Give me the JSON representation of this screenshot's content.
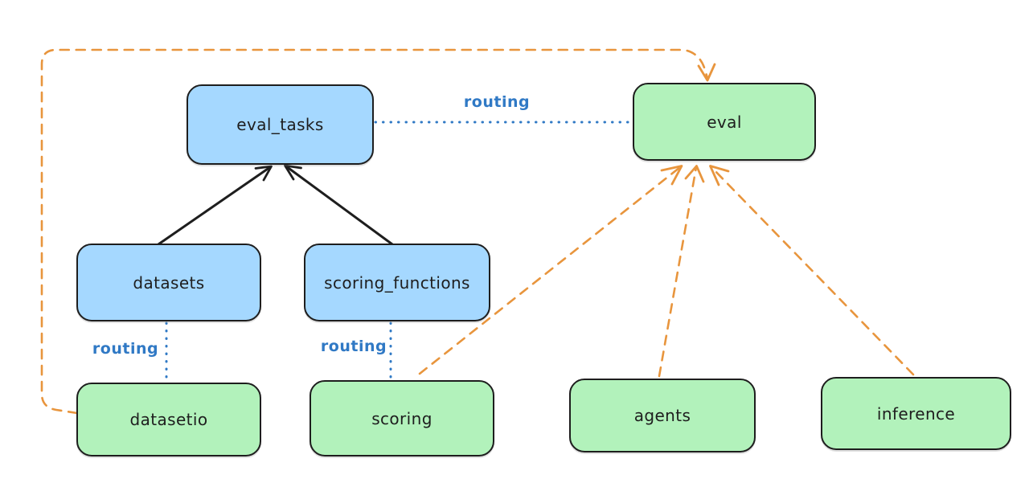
{
  "diagram": {
    "type": "architecture-flow-diagram",
    "background_color": "#ffffff",
    "colors": {
      "api_fill": "#a5d8ff",
      "provider_fill": "#b2f2bb",
      "node_border": "#1e1e1e",
      "node_text": "#1e1e1e",
      "routing_blue": "#3079c5",
      "push_orange": "#e8953d",
      "black_arrow": "#1e1e1e"
    },
    "nodes": [
      {
        "id": "eval_tasks",
        "label": "eval_tasks",
        "role": "api"
      },
      {
        "id": "eval",
        "label": "eval",
        "role": "provider"
      },
      {
        "id": "datasets",
        "label": "datasets",
        "role": "api"
      },
      {
        "id": "scoring_functions",
        "label": "scoring_functions",
        "role": "api"
      },
      {
        "id": "datasetio",
        "label": "datasetio",
        "role": "provider"
      },
      {
        "id": "scoring",
        "label": "scoring",
        "role": "provider"
      },
      {
        "id": "agents",
        "label": "agents",
        "role": "provider"
      },
      {
        "id": "inference",
        "label": "inference",
        "role": "provider"
      }
    ],
    "edges": [
      {
        "from": "datasets",
        "to": "eval_tasks",
        "style": "solid",
        "color": "black",
        "arrow": true,
        "label": ""
      },
      {
        "from": "scoring_functions",
        "to": "eval_tasks",
        "style": "solid",
        "color": "black",
        "arrow": true,
        "label": ""
      },
      {
        "from": "eval_tasks",
        "to": "eval",
        "style": "dotted",
        "color": "blue",
        "arrow": false,
        "label": "routing"
      },
      {
        "from": "datasets",
        "to": "datasetio",
        "style": "dotted",
        "color": "blue",
        "arrow": false,
        "label": "routing"
      },
      {
        "from": "scoring_functions",
        "to": "scoring",
        "style": "dotted",
        "color": "blue",
        "arrow": false,
        "label": "routing"
      },
      {
        "from": "datasetio",
        "to": "eval",
        "style": "dashed",
        "color": "orange",
        "arrow": true,
        "label": ""
      },
      {
        "from": "scoring",
        "to": "eval",
        "style": "dashed",
        "color": "orange",
        "arrow": true,
        "label": ""
      },
      {
        "from": "agents",
        "to": "eval",
        "style": "dashed",
        "color": "orange",
        "arrow": true,
        "label": ""
      },
      {
        "from": "inference",
        "to": "eval",
        "style": "dashed",
        "color": "orange",
        "arrow": true,
        "label": ""
      }
    ]
  }
}
